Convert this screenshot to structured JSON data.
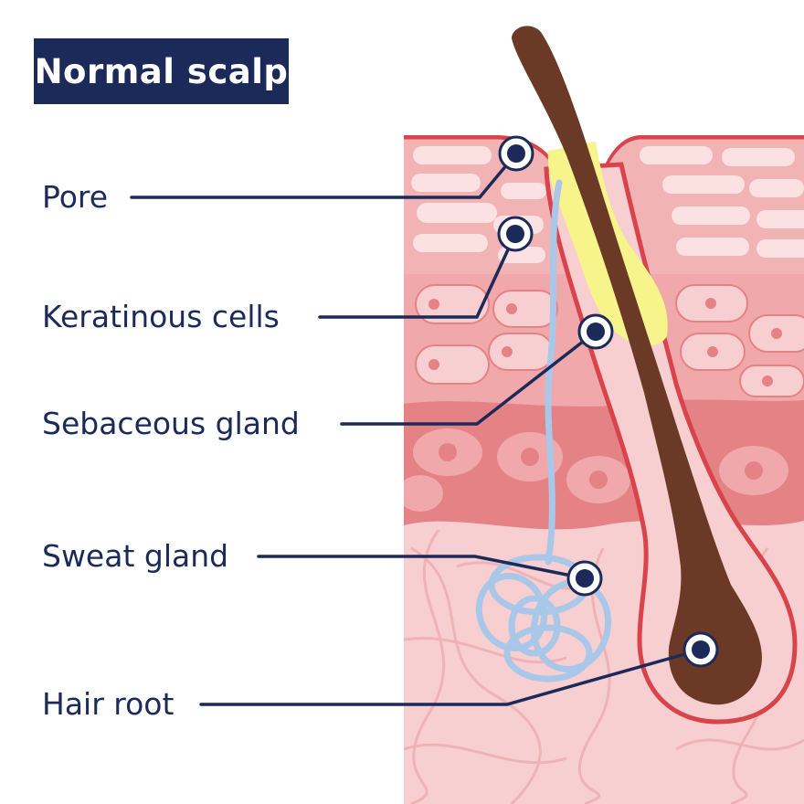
{
  "title": "Normal scalp",
  "labels": {
    "pore": "Pore",
    "keratinous_cells": "Keratinous cells",
    "sebaceous_gland": "Sebaceous gland",
    "sweat_gland": "Sweat gland",
    "hair_root": "Hair root"
  },
  "colors": {
    "navy": "#1c2a5a",
    "hair": "#6b3a26",
    "sebum": "#f7f48c",
    "sweat_duct": "#a9c7e8",
    "skin_light": "#f7cfd0",
    "skin_mid": "#f0a8aa",
    "skin_dark": "#e48286",
    "follicle_wall": "#d9434b"
  }
}
